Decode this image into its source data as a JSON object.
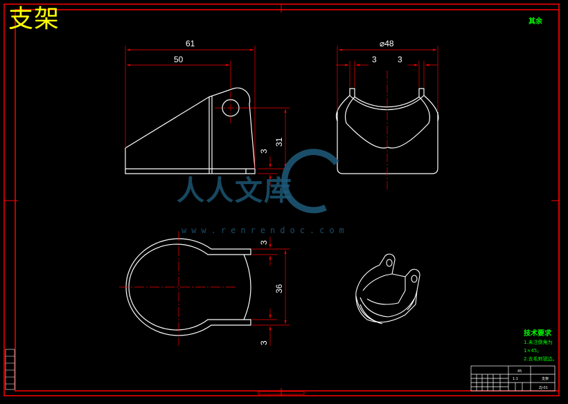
{
  "drawing": {
    "title": "支架",
    "roughness_symbol": "其余",
    "tech_requirements": {
      "heading": "技术要求",
      "lines": [
        "1.未注倒角为1×45。",
        "2.去毛刺锐边。"
      ]
    },
    "watermark": {
      "text": "人人文库",
      "url": "www.renrendoc.com"
    },
    "dimensions": {
      "front_total_width": "61",
      "front_inner_width": "50",
      "front_height": "31",
      "front_thickness": "3",
      "side_diameter": "⌀48",
      "side_gap_left": "3",
      "side_gap_right": "3",
      "top_thickness_upper": "3",
      "top_height": "36",
      "top_thickness_lower": "3"
    },
    "title_block": {
      "part_name": "支架",
      "material": "45",
      "scale": "1:1",
      "drawing_no": "ZJ-01"
    },
    "colors": {
      "frame": "#ff0000",
      "outline": "#ffffff",
      "centerline": "#ff0000",
      "dimension": "#ff0000",
      "title": "#ffff00",
      "notes": "#00ff00"
    }
  }
}
